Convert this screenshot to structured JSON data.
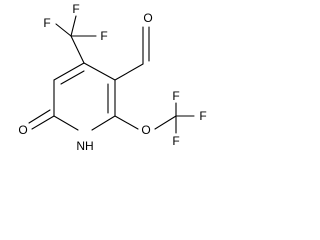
{
  "diagram": {
    "type": "chemical-structure",
    "atoms": {
      "f_top_left": "F",
      "f_top_mid": "F",
      "f_top_right": "F",
      "o_aldehyde": "O",
      "o_keto": "O",
      "nh": "NH",
      "o_ether": "O",
      "f_right_top": "F",
      "f_right_mid": "F",
      "f_right_bot": "F"
    }
  }
}
